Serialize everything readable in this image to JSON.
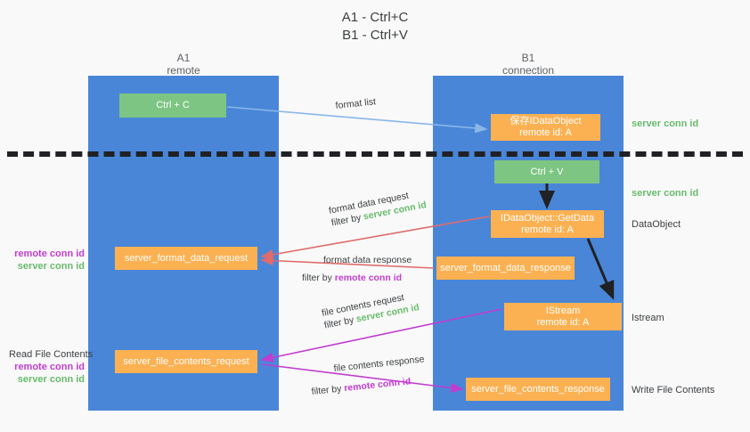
{
  "title": {
    "line1": "A1 - Ctrl+C",
    "line2": "B1 - Ctrl+V"
  },
  "columns": {
    "left": {
      "name": "A1",
      "role": "remote"
    },
    "right": {
      "name": "B1",
      "role": "connection"
    }
  },
  "nodes": {
    "ctrl_c": {
      "label": "Ctrl + C",
      "color": "#7dc582"
    },
    "save_idataobject_l1": "保存IDataObject",
    "save_idataobject_l2": "remote id: A",
    "ctrl_v": {
      "label": "Ctrl + V",
      "color": "#7dc582"
    },
    "getdata_l1": "IDataObject::GetData",
    "getdata_l2": "remote id: A",
    "server_format_data_request": "server_format_data_request",
    "server_format_data_response": "server_format_data_response",
    "istream_l1": "IStream",
    "istream_l2": "remote id: A",
    "server_file_contents_request": "server_file_contents_request",
    "server_file_contents_response": "server_file_contents_response"
  },
  "edges": {
    "format_list": "format list",
    "format_data_request": "format data request",
    "format_data_request_filter_prefix": "filter by ",
    "format_data_request_filter_value": "server conn id",
    "format_data_response": "format data response",
    "format_data_response_filter_prefix": "filter by ",
    "format_data_response_filter_value": "remote conn id",
    "file_contents_request": "file contents request",
    "file_contents_request_filter_prefix": "filter by ",
    "file_contents_request_filter_value": "server conn id",
    "file_contents_response": "file contents response",
    "file_contents_response_filter_prefix": "filter by ",
    "file_contents_response_filter_value": "remote conn id"
  },
  "annotations": {
    "server_conn_id_top": "server conn id",
    "server_conn_id_mid": "server conn id",
    "dataobject": "DataObject",
    "istream": "Istream",
    "write_file_contents": "Write File Contents",
    "read_file_contents": "Read File Contents",
    "remote_conn_id": "remote conn id",
    "server_conn_id": "server conn id"
  },
  "colors": {
    "lane_blue": "#4a86d8",
    "node_green": "#7dc582",
    "node_orange": "#fbb152",
    "text_green": "#68bb6c",
    "text_purple": "#c13dd0",
    "arrow_lightblue": "#8ab6e8",
    "arrow_red": "#e06b6b",
    "arrow_magenta": "#c13dd0",
    "arrow_black": "#202124",
    "background": "#f9f9f9"
  }
}
